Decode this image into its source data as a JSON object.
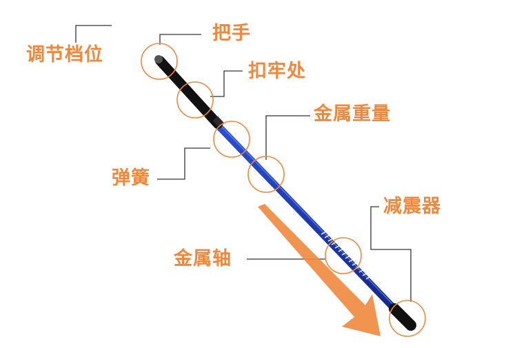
{
  "colors": {
    "accent": "#f0883c",
    "leader": "#333333",
    "shaft": "#1f3fb0",
    "grip": "#111111",
    "background": "#ffffff"
  },
  "labels": {
    "gear": "调节档位",
    "handle": "把手",
    "fastener": "扣牢处",
    "metal_weight": "金属重量",
    "spring": "弹簧",
    "metal_shaft": "金属轴",
    "shock_absorber": "减震器"
  }
}
